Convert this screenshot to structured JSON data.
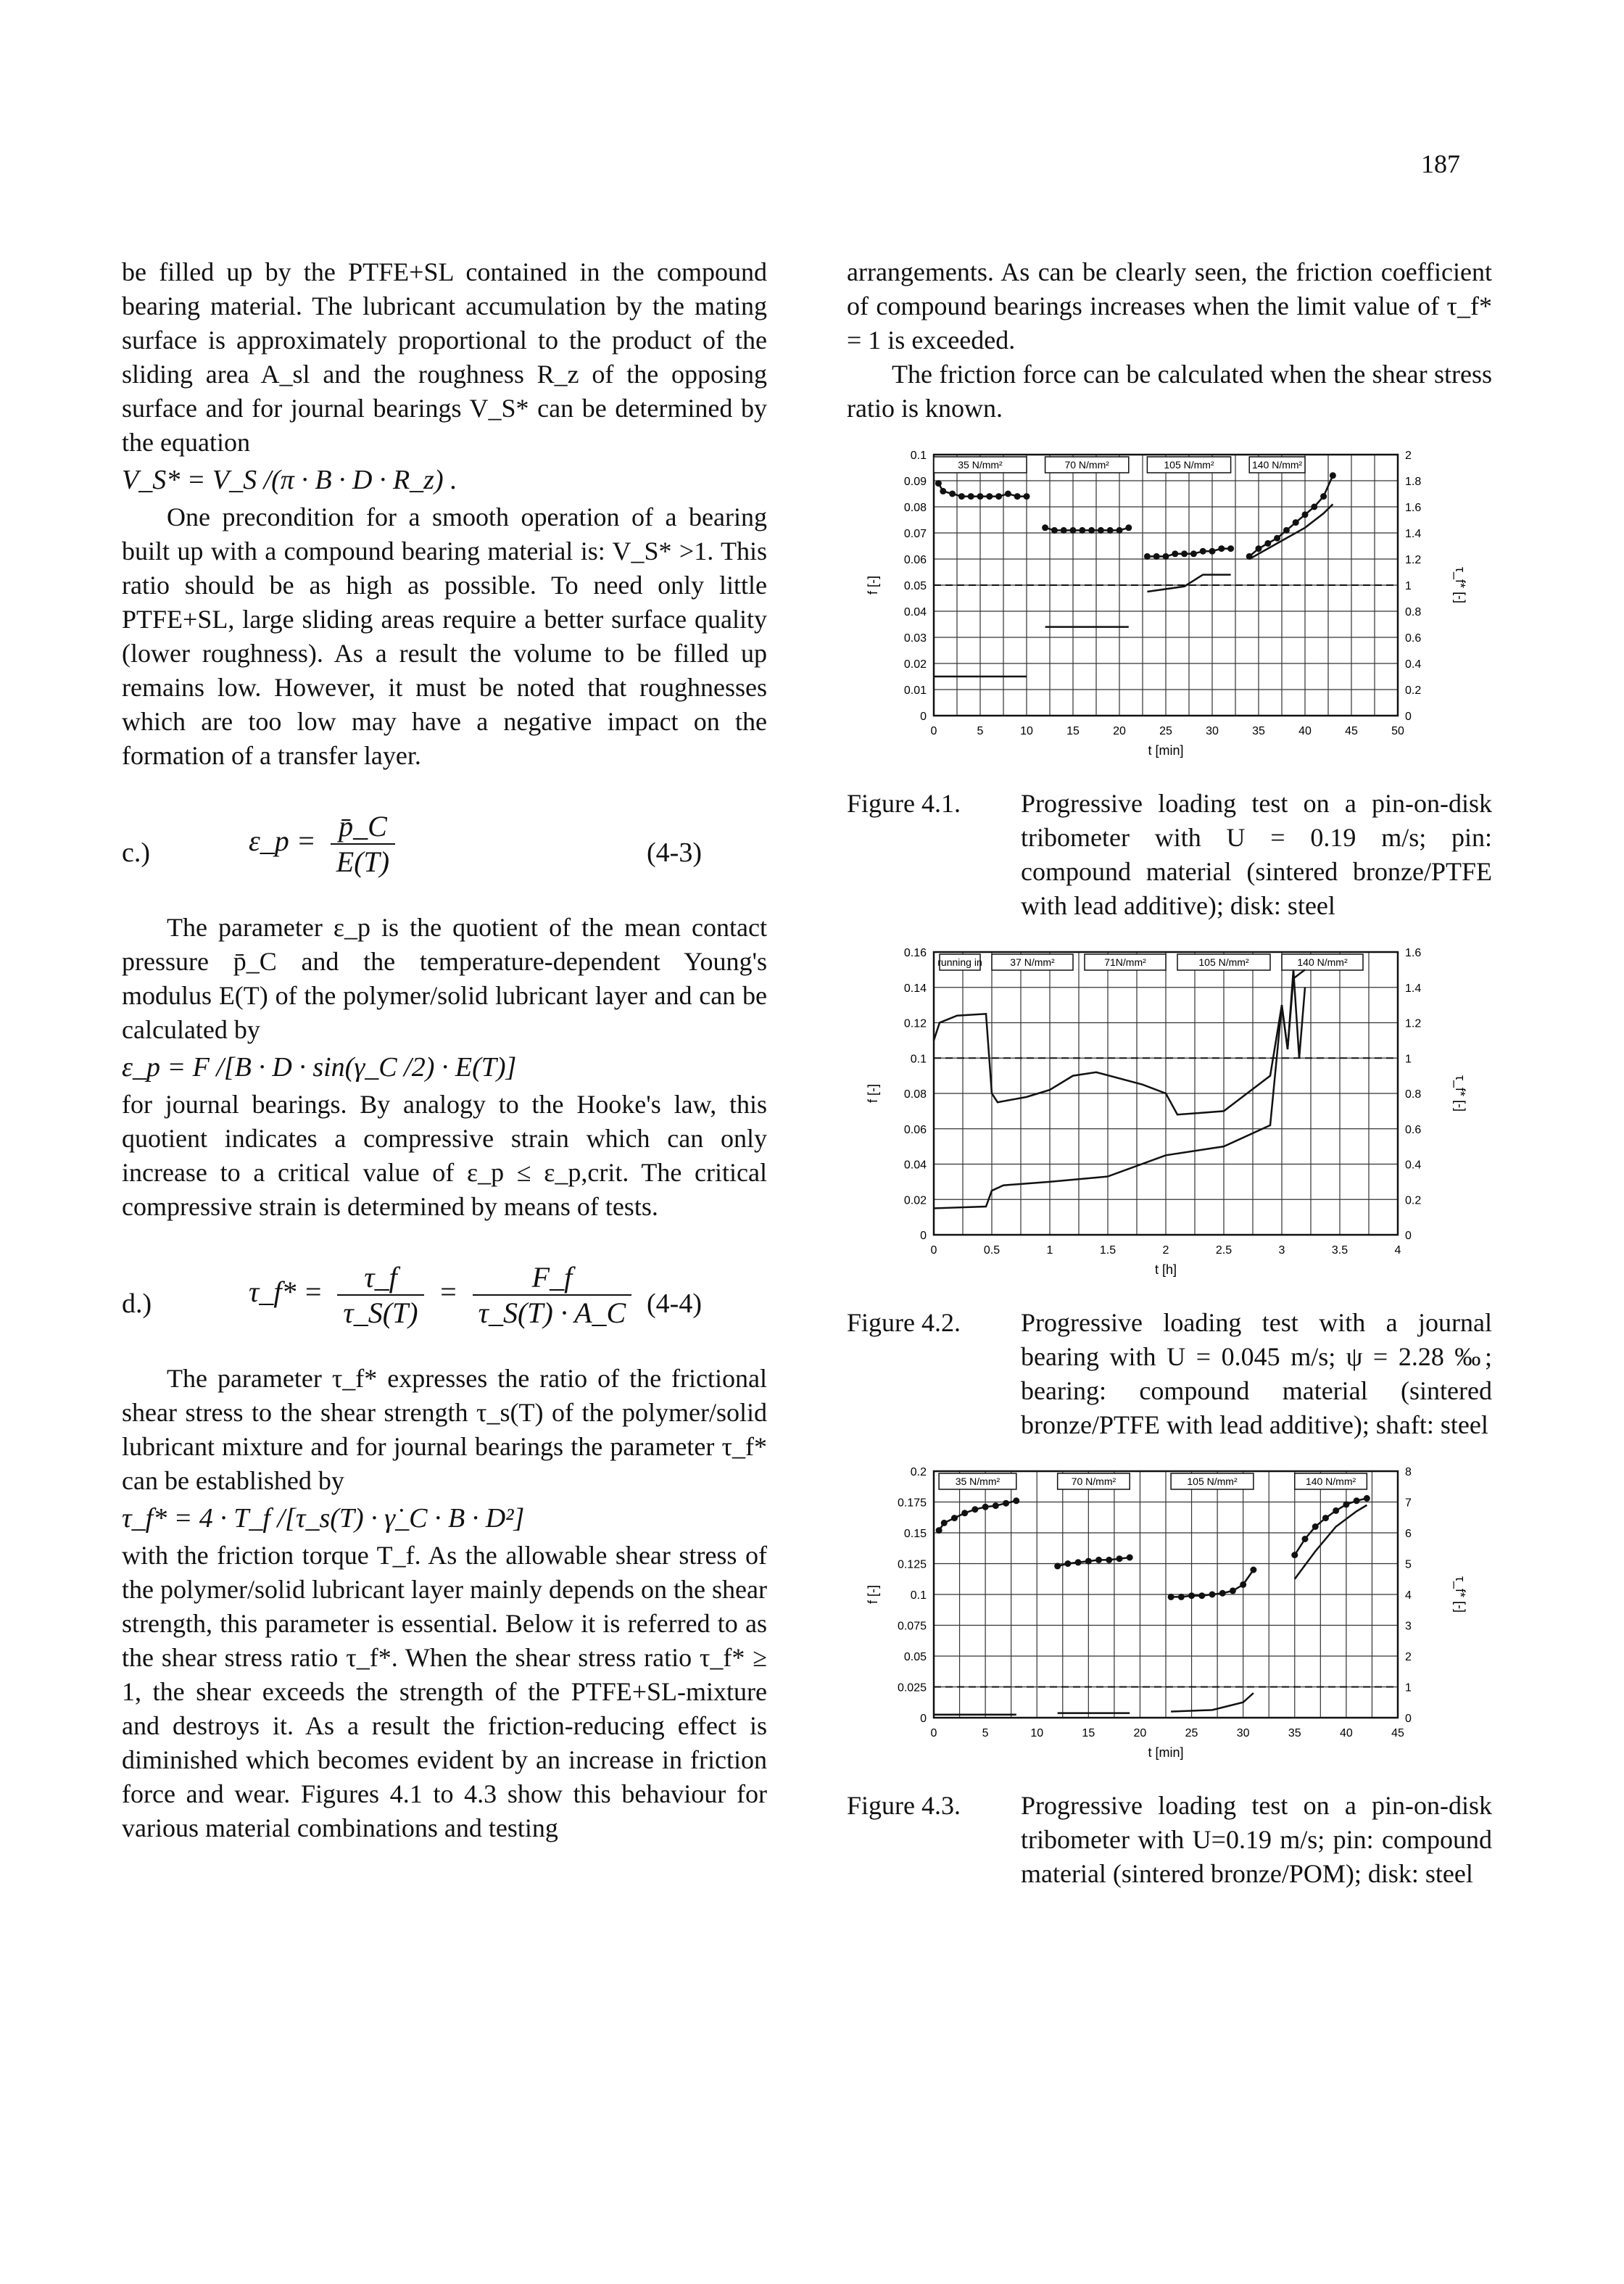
{
  "page_number": "187",
  "left_column": {
    "p1": "be filled up by the PTFE+SL contained in the compound bearing material. The lubricant accumulation by the mating surface is approximately proportional to the product of the sliding area A_sl and the roughness R_z of the opposing surface and for journal bearings V_S* can be determined by the equation",
    "p1_formula": "V_S* = V_S /(π · B · D · R_z) .",
    "p2": "One precondition for a smooth operation of a bearing built up with a compound bearing material is: V_S* >1. This ratio should be as high as possible. To need only little PTFE+SL, large sliding areas require a better surface quality (lower roughness). As a result the volume to be filled up remains low. However, it must be noted that roughnesses which are too low may have a negative impact on the formation of a transfer layer.",
    "eq_c_label": "c.)",
    "eq_c_lhs": "ε_p =",
    "eq_c_num": "p̄_C",
    "eq_c_den": "E(T)",
    "eq_c_number": "(4-3)",
    "p3a": "The parameter ε_p is the quotient of the mean contact pressure p̄_C and the temperature-dependent Young's modulus E(T) of the polymer/solid lubricant layer and can be calculated by",
    "p3_formula": "ε_p = F /[B · D · sin(γ_C /2) · E(T)]",
    "p3b": "for journal bearings. By analogy to the Hooke's law, this quotient indicates a compressive strain which can only increase to a critical value of ε_p ≤ ε_p,crit. The critical compressive strain is determined by means of tests.",
    "eq_d_label": "d.)",
    "eq_d_lhs": "τ_f* =",
    "eq_d_num1": "τ_f",
    "eq_d_den1": "τ_S(T)",
    "eq_d_eq": "=",
    "eq_d_num2": "F_f",
    "eq_d_den2": "τ_S(T) · A_C",
    "eq_d_number": "(4-4)",
    "p4a": "The parameter τ_f* expresses the ratio of the frictional shear stress to the shear strength τ_s(T) of the polymer/solid lubricant mixture and for journal bearings the parameter τ_f* can be established by",
    "p4_formula": "τ_f* = 4 · T_f /[τ_s(T) · γ̇_C · B · D²]",
    "p4b": "with the friction torque T_f. As the allowable shear stress of the polymer/solid lubricant layer mainly depends on the shear strength, this parameter is essential. Below it is referred to as the shear stress ratio τ_f*. When the shear stress ratio τ_f* ≥ 1, the shear exceeds the strength of the PTFE+SL-mixture and destroys it. As a result the friction-reducing effect is diminished which becomes evident by an increase in friction force and wear. Figures 4.1 to 4.3 show this behaviour for various material combinations and testing"
  },
  "right_column": {
    "p1": "arrangements. As can be clearly seen, the friction coefficient of compound bearings increases when the limit value of τ_f* = 1 is exceeded.",
    "p2": "The friction force can be calculated when the shear stress ratio is known.",
    "fig1_label": "Figure 4.1.",
    "fig1_caption": "Progressive loading test on a pin-on-disk tribometer with U = 0.19 m/s; pin: compound material (sintered bronze/PTFE with lead additive); disk: steel",
    "fig2_label": "Figure 4.2.",
    "fig2_caption": "Progressive loading test with a journal bearing with U = 0.045 m/s; ψ = 2.28 ‰; bearing: compound material (sintered bronze/PTFE with lead additive); shaft: steel",
    "fig3_label": "Figure 4.3.",
    "fig3_caption": "Progressive loading test on a pin-on-disk tribometer with U=0.19 m/s; pin: compound material (sintered bronze/POM); disk: steel"
  },
  "chart_data": [
    {
      "type": "line",
      "xlabel": "t [min]",
      "ylabel": "f [-]",
      "y2label": "τ_f* [-]",
      "xlim": [
        0,
        50
      ],
      "ylim": [
        0,
        0.1
      ],
      "y2lim": [
        0,
        2
      ],
      "xticks": [
        "0",
        "5",
        "10",
        "15",
        "20",
        "25",
        "30",
        "35",
        "40",
        "45",
        "50"
      ],
      "yticks": [
        "0",
        "0.01",
        "0.02",
        "0.03",
        "0.04",
        "0.05",
        "0.06",
        "0.07",
        "0.08",
        "0.09",
        "0.1"
      ],
      "y2ticks": [
        "0",
        "0.2",
        "0.4",
        "0.6",
        "0.8",
        "1",
        "1.2",
        "1.4",
        "1.6",
        "1.8",
        "2"
      ],
      "phases": [
        {
          "label": "35 N/mm²",
          "x0": 0,
          "x1": 10
        },
        {
          "label": "70 N/mm²",
          "x0": 12,
          "x1": 21
        },
        {
          "label": "105 N/mm²",
          "x0": 23,
          "x1": 32
        },
        {
          "label": "140 N/mm²",
          "x0": 34,
          "x1": 40
        }
      ],
      "limit_line_y2": 1,
      "series": [
        {
          "style": "marker",
          "x": [
            0.5,
            1,
            2,
            3,
            4,
            5,
            6,
            7,
            8,
            9,
            10
          ],
          "y": [
            0.089,
            0.086,
            0.085,
            0.084,
            0.084,
            0.084,
            0.084,
            0.084,
            0.085,
            0.084,
            0.084
          ]
        },
        {
          "style": "marker",
          "x": [
            12,
            13,
            14,
            15,
            16,
            17,
            18,
            19,
            20,
            21
          ],
          "y": [
            0.072,
            0.071,
            0.071,
            0.071,
            0.071,
            0.071,
            0.071,
            0.071,
            0.071,
            0.072
          ]
        },
        {
          "style": "marker",
          "x": [
            23,
            24,
            25,
            26,
            27,
            28,
            29,
            30,
            31,
            32
          ],
          "y": [
            0.061,
            0.061,
            0.061,
            0.062,
            0.062,
            0.062,
            0.063,
            0.063,
            0.064,
            0.064
          ]
        },
        {
          "style": "marker",
          "x": [
            34,
            35,
            36,
            37,
            38,
            39,
            40,
            41,
            42,
            43
          ],
          "y": [
            0.061,
            0.064,
            0.066,
            0.068,
            0.071,
            0.074,
            0.077,
            0.08,
            0.084,
            0.092
          ]
        },
        {
          "style": "line",
          "x": [
            0,
            10
          ],
          "y2": [
            0.3,
            0.3
          ]
        },
        {
          "style": "line",
          "x": [
            12,
            21
          ],
          "y2": [
            0.68,
            0.68
          ]
        },
        {
          "style": "line",
          "x": [
            23,
            27,
            29,
            32
          ],
          "y2": [
            0.95,
            0.99,
            1.08,
            1.08
          ]
        },
        {
          "style": "line",
          "x": [
            34,
            37,
            40,
            42,
            43
          ],
          "y2": [
            1.2,
            1.32,
            1.44,
            1.55,
            1.62
          ]
        }
      ]
    },
    {
      "type": "line",
      "xlabel": "t [h]",
      "ylabel": "f [-]",
      "y2label": "τ_f* [-]",
      "xlim": [
        0,
        4
      ],
      "ylim": [
        0,
        0.16
      ],
      "y2lim": [
        0,
        1.6
      ],
      "xticks": [
        "0",
        "0.5",
        "1",
        "1.5",
        "2",
        "2.5",
        "3",
        "3.5",
        "4"
      ],
      "yticks": [
        "0",
        "0.02",
        "0.04",
        "0.06",
        "0.08",
        "0.1",
        "0.12",
        "0.14",
        "0.16"
      ],
      "y2ticks": [
        "0",
        "0.2",
        "0.4",
        "0.6",
        "0.8",
        "1",
        "1.2",
        "1.4",
        "1.6"
      ],
      "phases": [
        {
          "label": "running in",
          "x0": 0.05,
          "x1": 0.4
        },
        {
          "label": "37 N/mm²",
          "x0": 0.5,
          "x1": 1.2
        },
        {
          "label": "71N/mm²",
          "x0": 1.3,
          "x1": 2.0
        },
        {
          "label": "105 N/mm²",
          "x0": 2.1,
          "x1": 2.9
        },
        {
          "label": "140 N/mm²",
          "x0": 3.0,
          "x1": 3.7
        }
      ],
      "limit_line_y2": 1,
      "series": [
        {
          "style": "line",
          "x": [
            0,
            0.05,
            0.2,
            0.45,
            0.5,
            0.55,
            0.8,
            1.0,
            1.2,
            1.4,
            1.8,
            2.0,
            2.1,
            2.5,
            2.9,
            3.0,
            3.05,
            3.1,
            3.15,
            3.2
          ],
          "y": [
            0.11,
            0.12,
            0.124,
            0.125,
            0.08,
            0.075,
            0.078,
            0.082,
            0.09,
            0.092,
            0.085,
            0.08,
            0.068,
            0.07,
            0.09,
            0.13,
            0.105,
            0.15,
            0.1,
            0.14
          ]
        },
        {
          "style": "line",
          "x": [
            0,
            0.45,
            0.5,
            0.6,
            1.0,
            1.5,
            2.0,
            2.5,
            2.9,
            3.0,
            3.05,
            3.1,
            3.2
          ],
          "y2": [
            0.15,
            0.16,
            0.25,
            0.28,
            0.3,
            0.33,
            0.45,
            0.5,
            0.62,
            1.3,
            1.05,
            1.45,
            1.5
          ]
        }
      ]
    },
    {
      "type": "line",
      "xlabel": "t [min]",
      "ylabel": "f [-]",
      "y2label": "τ_f* [-]",
      "xlim": [
        0,
        45
      ],
      "ylim": [
        0,
        0.2
      ],
      "y2lim": [
        0,
        8
      ],
      "xticks": [
        "0",
        "5",
        "10",
        "15",
        "20",
        "25",
        "30",
        "35",
        "40",
        "45"
      ],
      "yticks": [
        "0",
        "0.025",
        "0.05",
        "0.075",
        "0.1",
        "0.125",
        "0.15",
        "0.175",
        "0.2"
      ],
      "y2ticks": [
        "0",
        "1",
        "2",
        "3",
        "4",
        "5",
        "6",
        "7",
        "8"
      ],
      "phases": [
        {
          "label": "35 N/mm²",
          "x0": 0.5,
          "x1": 8
        },
        {
          "label": "70 N/mm²",
          "x0": 12,
          "x1": 19
        },
        {
          "label": "105 N/mm²",
          "x0": 23,
          "x1": 31
        },
        {
          "label": "140 N/mm²",
          "x0": 35,
          "x1": 42
        }
      ],
      "limit_line_y2": 1,
      "series": [
        {
          "style": "marker",
          "x": [
            0.5,
            1,
            2,
            3,
            4,
            5,
            6,
            7,
            8
          ],
          "y": [
            0.152,
            0.158,
            0.162,
            0.166,
            0.169,
            0.171,
            0.172,
            0.174,
            0.176
          ]
        },
        {
          "style": "marker",
          "x": [
            12,
            13,
            14,
            15,
            16,
            17,
            18,
            19
          ],
          "y": [
            0.123,
            0.125,
            0.126,
            0.127,
            0.128,
            0.128,
            0.129,
            0.13
          ]
        },
        {
          "style": "marker",
          "x": [
            23,
            24,
            25,
            26,
            27,
            28,
            29,
            30,
            31
          ],
          "y": [
            0.098,
            0.098,
            0.099,
            0.099,
            0.1,
            0.101,
            0.103,
            0.108,
            0.12
          ]
        },
        {
          "style": "marker",
          "x": [
            35,
            36,
            37,
            38,
            39,
            40,
            41,
            42
          ],
          "y": [
            0.132,
            0.145,
            0.155,
            0.162,
            0.168,
            0.173,
            0.176,
            0.178
          ]
        },
        {
          "style": "line",
          "x": [
            0,
            8
          ],
          "y2": [
            0.1,
            0.1
          ]
        },
        {
          "style": "line",
          "x": [
            12,
            19
          ],
          "y2": [
            0.15,
            0.15
          ]
        },
        {
          "style": "line",
          "x": [
            23,
            27,
            30,
            31
          ],
          "y2": [
            0.2,
            0.25,
            0.5,
            0.8
          ]
        },
        {
          "style": "line",
          "x": [
            35,
            37,
            39,
            41,
            42
          ],
          "y2": [
            4.5,
            5.4,
            6.2,
            6.7,
            6.9
          ]
        }
      ]
    }
  ]
}
